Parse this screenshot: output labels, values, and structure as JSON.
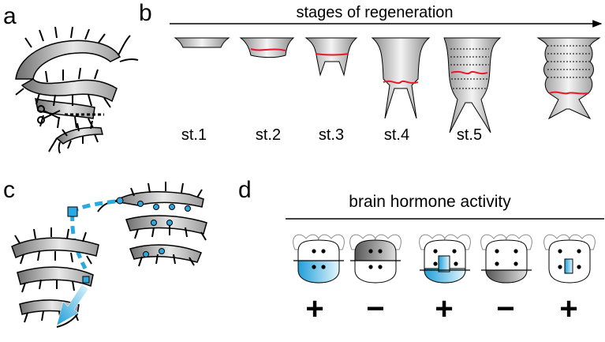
{
  "panels": {
    "a": {
      "letter": "a"
    },
    "b": {
      "letter": "b",
      "arrow_label": "stages of regeneration",
      "stages": [
        {
          "label": "st.1"
        },
        {
          "label": "st.2"
        },
        {
          "label": "st.3"
        },
        {
          "label": "st.4"
        },
        {
          "label": "st.5"
        },
        {
          "label": ""
        }
      ]
    },
    "c": {
      "letter": "c"
    },
    "d": {
      "letter": "d",
      "title": "brain hormone activity",
      "results": [
        {
          "sign": "+"
        },
        {
          "sign": "−"
        },
        {
          "sign": "+"
        },
        {
          "sign": "−"
        },
        {
          "sign": "+"
        }
      ]
    }
  },
  "colors": {
    "highlight_blue": "#29a9df",
    "regeneration_line": "#e8182a",
    "gray": "#9a9a9a"
  }
}
